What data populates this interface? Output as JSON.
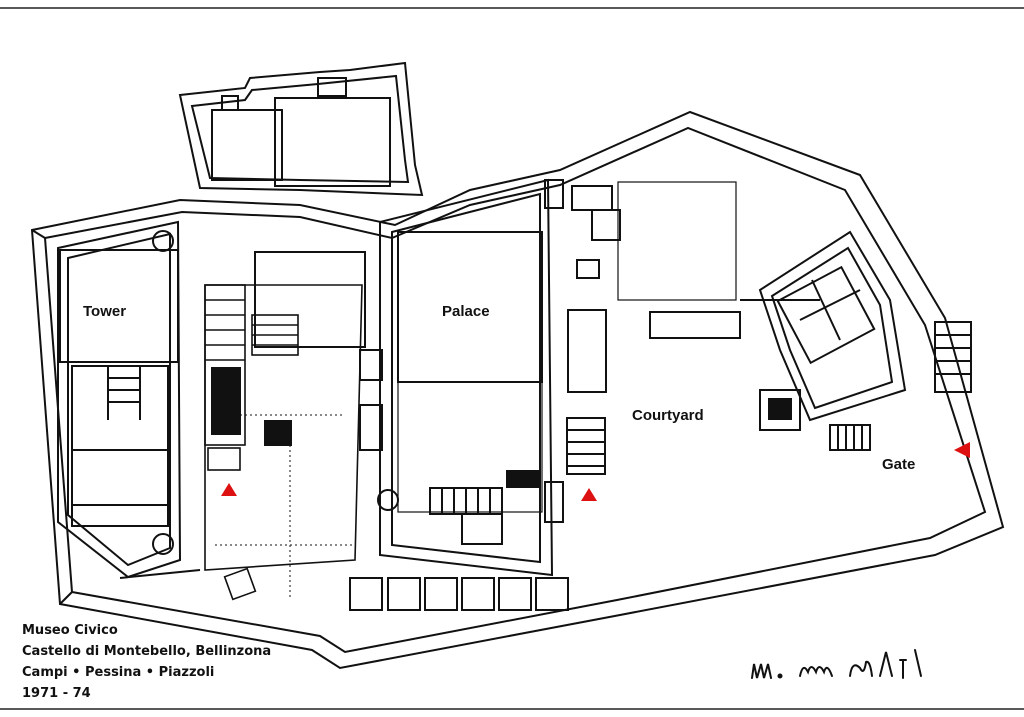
{
  "rooms": {
    "tower": "Tower",
    "palace": "Palace",
    "courtyard": "Courtyard",
    "gate": "Gate"
  },
  "caption": {
    "line1": "Museo Civico",
    "line2": "Castello di Montebello, Bellinzona",
    "line3": "Campi • Pessina • Piazzoli",
    "line4": "1971 - 74"
  },
  "signature": "m. campi",
  "colors": {
    "wall": "#111111",
    "entrance_marker": "#dd1111",
    "background": "#ffffff"
  },
  "icons": [
    "entrance-triangle-icon"
  ]
}
